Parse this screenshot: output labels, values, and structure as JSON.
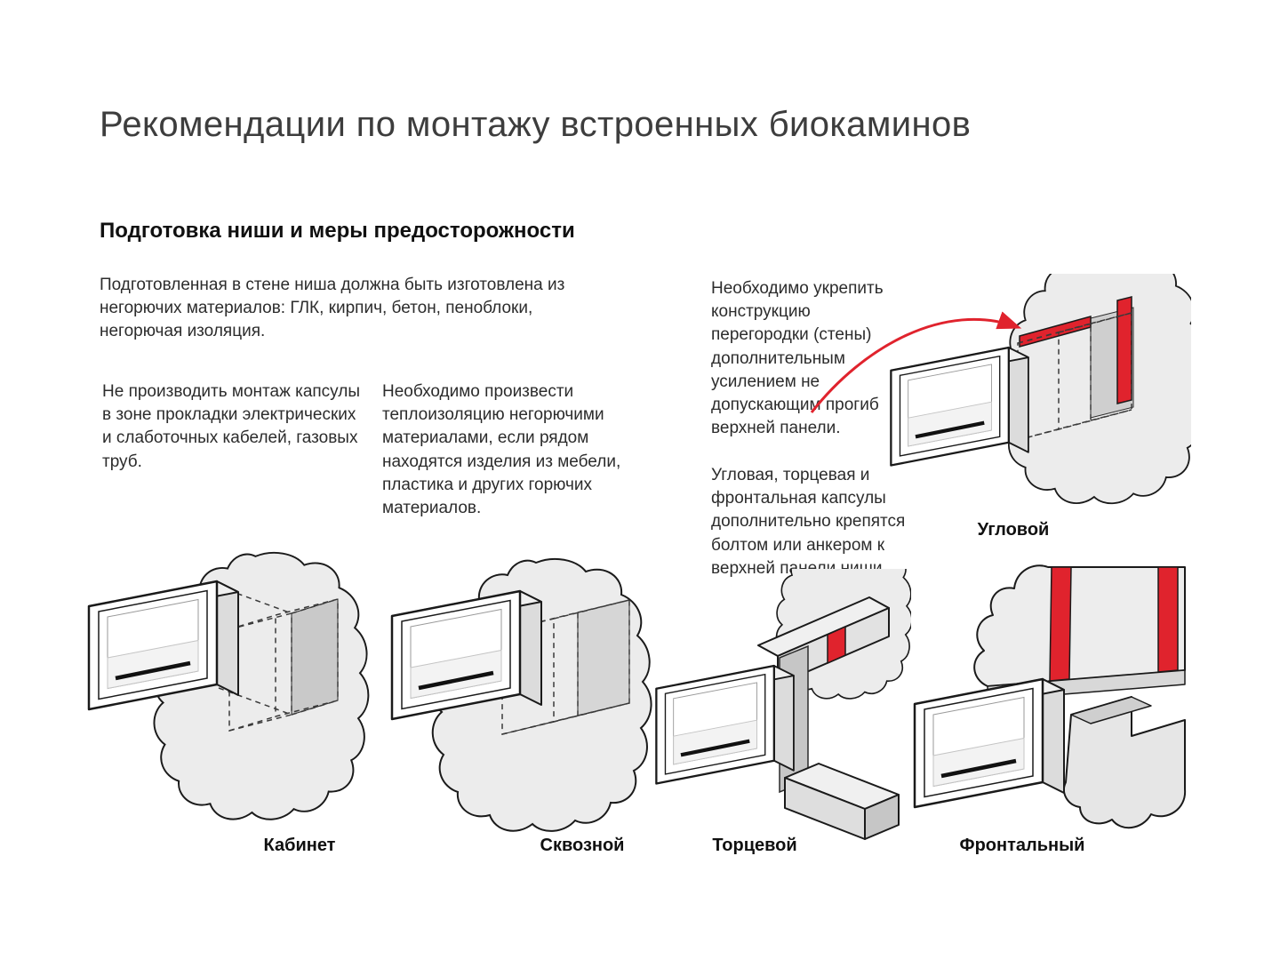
{
  "page": {
    "title": "Рекомендации по монтажу встроенных биокаминов"
  },
  "section": {
    "heading": "Подготовка ниши и меры предосторожности"
  },
  "texts": {
    "intro": "Подготовленная в стене ниша должна быть изготовлена из негорючих материалов: ГЛК, кирпич, бетон, пеноблоки, негорючая изоляция.",
    "no_cables": "Не производить монтаж капсулы в зоне прокладки электрических и слаботочных кабелей, газовых труб.",
    "insulation": "Необходимо произвести теплоизоляцию негорючими материалами, если рядом находятся изделия из мебели, пластика и других горючих материалов.",
    "reinforce": "Необходимо укрепить конструкцию перегородки (стены) дополнительным усилением не допускающим прогиб верхней панели.",
    "anchoring": "Угловая, торцевая и фронтальная капсулы дополнительно крепятся болтом или анкером к верхней панели ниши."
  },
  "diagrams": {
    "corner": {
      "label": "Угловой"
    },
    "cabinet": {
      "label": "Кабинет"
    },
    "through": {
      "label": "Сквозной"
    },
    "torcevoy": {
      "label": "Торцевой"
    },
    "frontal": {
      "label": "Фронтальный"
    }
  },
  "colors": {
    "accent_red": "#e0232d",
    "text_primary": "#2c2c2c",
    "wall_fill": "#ececec",
    "outline": "#1a1a1a"
  }
}
